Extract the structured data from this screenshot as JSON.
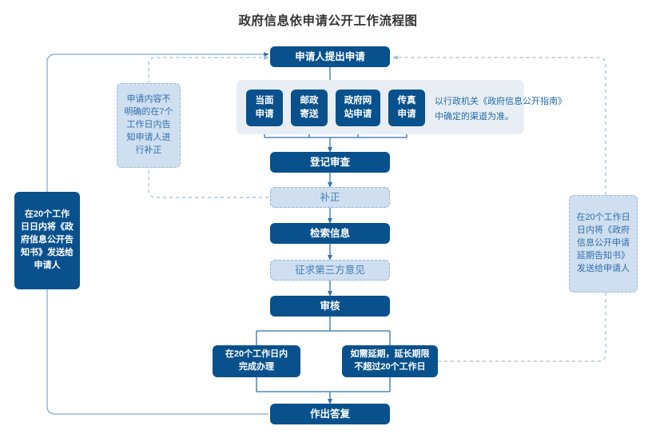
{
  "title": "政府信息依申请公开工作流程图",
  "colors": {
    "dark_blue": "#09518c",
    "light_blue": "#cfdff0",
    "panel_gray": "#e8eef4",
    "text_blue": "#1f6aa8",
    "line_blue": "#7aa7cf",
    "title_gray": "#333333"
  },
  "nodes": {
    "apply": "申请人提出申请",
    "register": "登记审查",
    "supplement": "补正",
    "retrieve": "检索信息",
    "third_party": "征求第三方意见",
    "review": "审核",
    "finish_20": "在20个工作日内\n完成办理",
    "extend": "如需延期，延长期限\n不超过20个工作日",
    "reply": "作出答复"
  },
  "channels": {
    "items": [
      "当面\n申请",
      "邮政\n寄送",
      "政府网\n站申请",
      "传真\n申请"
    ],
    "note": "以行政机关《政府信息公开指南》\n中确定的渠道为准。"
  },
  "notes": {
    "unclear": "申请内容不明确的在7个工作日内告知申请人进行补正",
    "left_notice": "在20个工作日日内将《政府信息公开告知书》发送给申请人",
    "right_notice": "在20个工作日日内将《政府信息公开申请延期告知书》 发送给申请人"
  }
}
